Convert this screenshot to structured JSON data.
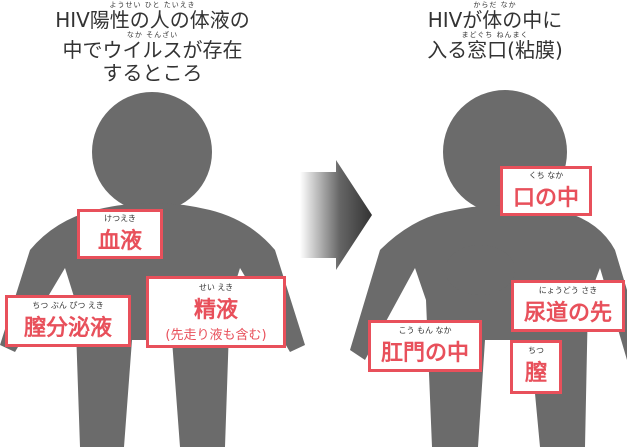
{
  "left_title": {
    "ruby1": "ようせい ひと たいえき",
    "line1": "HIV陽性の人の体液の",
    "ruby2": "なか そんざい",
    "line2": "中でウイルスが存在",
    "line3": "するところ"
  },
  "right_title": {
    "ruby1": "からだ なか",
    "line1": "HIVが体の中に",
    "ruby2": "まどぐち ねんまく",
    "line2": "入る窓口(粘膜)"
  },
  "left_labels": {
    "blood": {
      "furigana": "けつえき",
      "text": "血液"
    },
    "semen": {
      "furigana": "せい えき",
      "text": "精液",
      "note": "(先走り液も含む)"
    },
    "vaginal": {
      "furigana": "ちつ ぶん ぴつ えき",
      "text": "膣分泌液"
    }
  },
  "right_labels": {
    "mouth": {
      "furigana": "くち なか",
      "text": "口の中"
    },
    "urethra": {
      "furigana": "にょうどう さき",
      "text": "尿道の先"
    },
    "anus": {
      "furigana": "こう もん なか",
      "text": "肛門の中"
    },
    "vagina": {
      "furigana": "ちつ",
      "text": "膣"
    }
  },
  "colors": {
    "accent": "#e8505b",
    "figure": "#6b6b6b",
    "text": "#333333"
  }
}
